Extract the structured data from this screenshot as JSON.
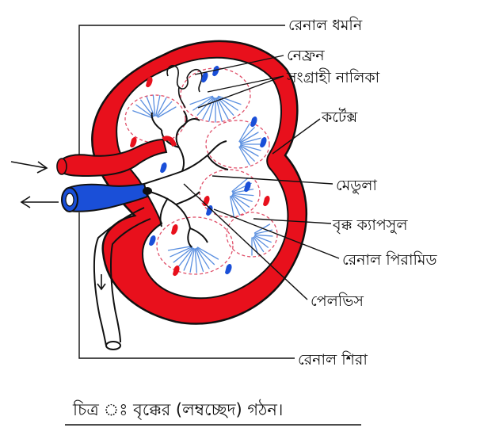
{
  "diagram": {
    "labels": {
      "renal_artery": "রেনাল ধমনি",
      "nephron": "নেফ্রন",
      "collecting_duct": "সংগ্রাহী নালিকা",
      "cortex": "কর্টেক্স",
      "medulla": "মেডুলা",
      "kidney_capsule": "বৃক্ক ক্যাপসুল",
      "renal_pyramid": "রেনাল পিরামিড",
      "pelvis": "পেলভিস",
      "renal_vein": "রেনাল শিরা"
    },
    "caption": "চিত্র ঃ বৃক্কের (লম্বচ্ছেদ) গঠন।",
    "colors": {
      "artery": "#e8101c",
      "vein": "#1a4fd8",
      "outline": "#111111",
      "pyramid_dash": "#e0506a",
      "tubule": "#5a8fe0"
    }
  }
}
